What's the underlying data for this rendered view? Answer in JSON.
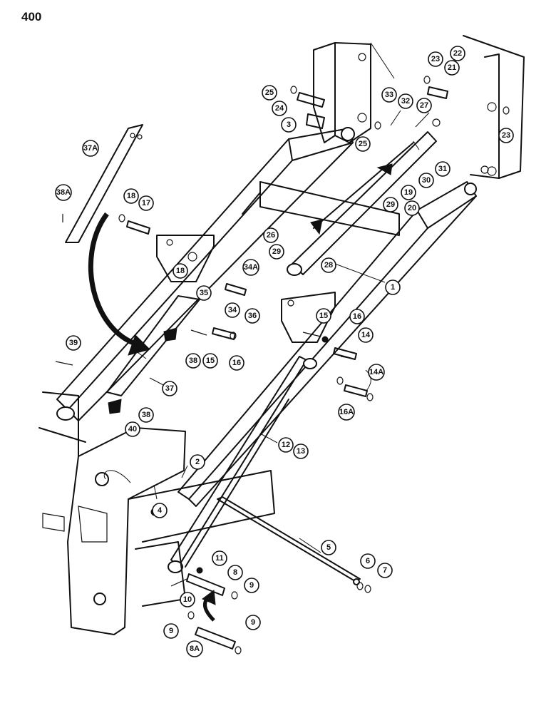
{
  "page_number": "400",
  "callouts": [
    {
      "label": "22"
    },
    {
      "label": "21"
    },
    {
      "label": "23"
    },
    {
      "label": "23"
    },
    {
      "label": "25"
    },
    {
      "label": "24"
    },
    {
      "label": "3"
    },
    {
      "label": "33"
    },
    {
      "label": "32"
    },
    {
      "label": "27"
    },
    {
      "label": "25"
    },
    {
      "label": "37A"
    },
    {
      "label": "38A"
    },
    {
      "label": "18"
    },
    {
      "label": "17"
    },
    {
      "label": "18"
    },
    {
      "label": "31"
    },
    {
      "label": "30"
    },
    {
      "label": "19"
    },
    {
      "label": "29"
    },
    {
      "label": "20"
    },
    {
      "label": "26"
    },
    {
      "label": "29"
    },
    {
      "label": "28"
    },
    {
      "label": "34A"
    },
    {
      "label": "1"
    },
    {
      "label": "35"
    },
    {
      "label": "34"
    },
    {
      "label": "36"
    },
    {
      "label": "15"
    },
    {
      "label": "16"
    },
    {
      "label": "14"
    },
    {
      "label": "39"
    },
    {
      "label": "38"
    },
    {
      "label": "15"
    },
    {
      "label": "16"
    },
    {
      "label": "14A"
    },
    {
      "label": "16A"
    },
    {
      "label": "37"
    },
    {
      "label": "38"
    },
    {
      "label": "40"
    },
    {
      "label": "12"
    },
    {
      "label": "13"
    },
    {
      "label": "2"
    },
    {
      "label": "4"
    },
    {
      "label": "5"
    },
    {
      "label": "11"
    },
    {
      "label": "8"
    },
    {
      "label": "9"
    },
    {
      "label": "10"
    },
    {
      "label": "6"
    },
    {
      "label": "7"
    },
    {
      "label": "9"
    },
    {
      "label": "8A"
    },
    {
      "label": "9"
    }
  ]
}
